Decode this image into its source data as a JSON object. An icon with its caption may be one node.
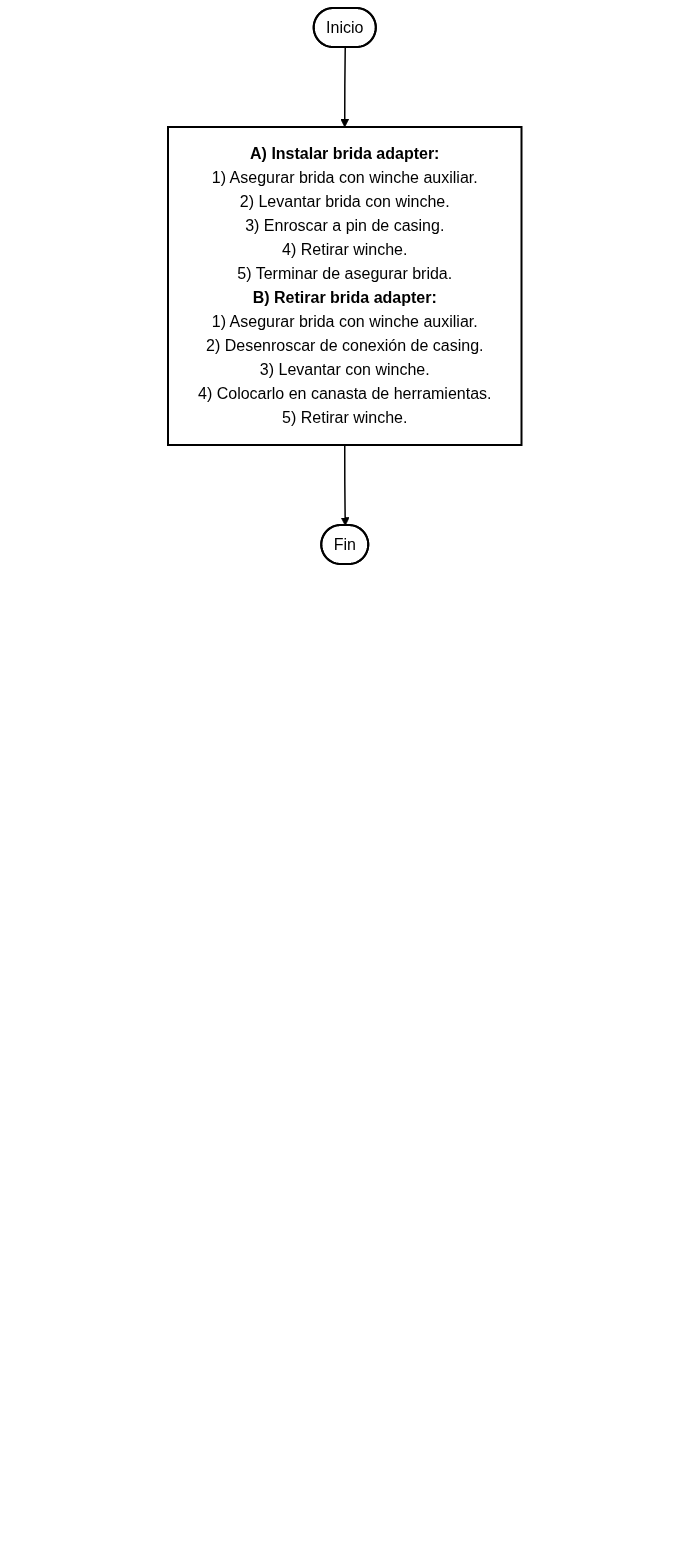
{
  "diagram": {
    "nodes": [
      {
        "text": [
          "Inicio"
        ]
      },
      {
        "text": [
          "A) Instalar brida adapter:",
          "1) Asegurar brida con winche auxiliar.",
          "2) Levantar brida con winche.",
          "3) Enroscar a pin de casing.",
          "4) Retirar winche.",
          "5) Terminar de asegurar brida.",
          "B) Retirar brida adapter:",
          "1) Asegurar brida con winche auxiliar.",
          "2) Desenroscar de conexión de casing.",
          "3) Levantar con winche.",
          "4) Colocarlo en canasta de herramientas.",
          "5) Retirar winche."
        ]
      },
      {
        "text": [
          "Fin"
        ]
      }
    ],
    "edges": [
      {
        "from": 0,
        "to": 1,
        "arrow": "to"
      },
      {
        "from": 1,
        "to": 2,
        "arrow": "to"
      }
    ]
  }
}
